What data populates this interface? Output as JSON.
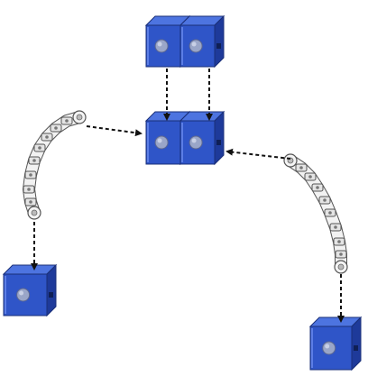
{
  "colors": {
    "block_front": "#2f55c8",
    "block_top": "#4d74e0",
    "block_side": "#1e3a9a",
    "block_outline": "#1a2f78",
    "stud": "#9aa6c8",
    "stud_hole": "#0f1f55",
    "arm": "#f2f2f2",
    "arm_outline": "#555555",
    "arrow": "#111111"
  },
  "components": [
    {
      "id": "top-left-cube",
      "kind": "cube"
    },
    {
      "id": "top-right-cube",
      "kind": "cube"
    },
    {
      "id": "mid-left-cube",
      "kind": "cube"
    },
    {
      "id": "mid-right-cube",
      "kind": "cube"
    },
    {
      "id": "bottom-left-cube",
      "kind": "cube"
    },
    {
      "id": "bottom-right-cube",
      "kind": "cube"
    },
    {
      "id": "left-flexible-arm",
      "kind": "flexible-connector"
    },
    {
      "id": "right-flexible-arm",
      "kind": "flexible-connector"
    }
  ],
  "arrows": [
    {
      "from": "top-left-cube",
      "to": "mid-left-cube"
    },
    {
      "from": "top-right-cube",
      "to": "mid-right-cube"
    },
    {
      "from": "left-flexible-arm",
      "to": "mid-left-cube"
    },
    {
      "from": "right-flexible-arm",
      "to": "mid-right-cube"
    },
    {
      "from": "left-flexible-arm",
      "to": "bottom-left-cube"
    },
    {
      "from": "right-flexible-arm",
      "to": "bottom-right-cube"
    }
  ],
  "arrow_style": "dashed"
}
